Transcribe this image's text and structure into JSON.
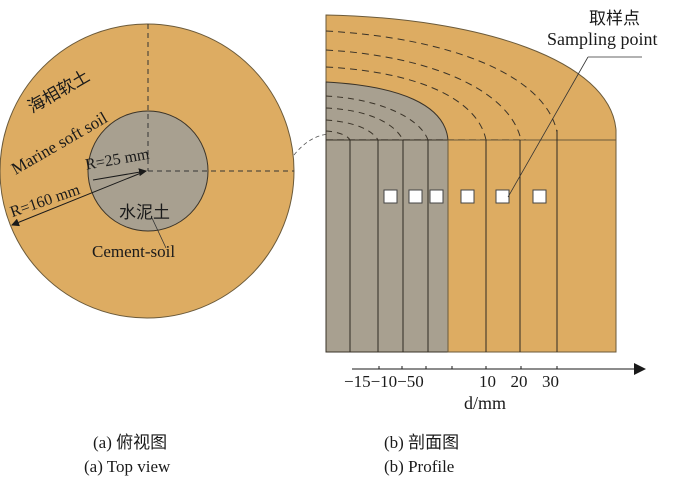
{
  "colors": {
    "soil": "#DDAC62",
    "cement": "#A8A090",
    "stroke": "#3a3328",
    "sample": "#ffffff"
  },
  "top_view": {
    "soil_label_cn": "海相软土",
    "soil_label_en": "Marine soft soil",
    "inner_radius_label": "R=25 mm",
    "outer_radius_label": "R=160 mm",
    "cement_label_cn": "水泥土",
    "cement_label_en": "Cement-soil"
  },
  "profile": {
    "sampling_label_cn": "取样点",
    "sampling_label_en": "Sampling point",
    "axis": {
      "ticks": [
        "-15",
        "-10",
        "-5",
        "0",
        "10",
        "20",
        "30"
      ],
      "tick_text": "−15−10−50",
      "pos_ticks_text": "10  20  30",
      "label": "d/mm"
    }
  },
  "captions": {
    "a_cn": "(a) 俯视图",
    "a_en": "(a) Top view",
    "b_cn": "(b) 剖面图",
    "b_en": "(b) Profile"
  }
}
